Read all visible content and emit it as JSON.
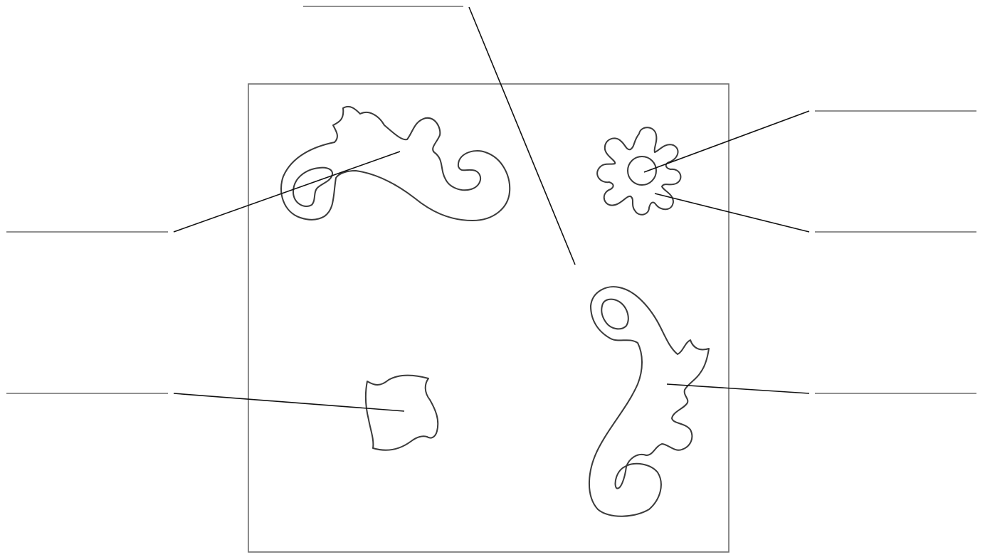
{
  "diagram": {
    "description_labels": [],
    "parts": [
      {
        "id": "scroll-top-left",
        "icon": "scroll-icon"
      },
      {
        "id": "flower-top-right",
        "icon": "flower-icon"
      },
      {
        "id": "leaf-bottom-left",
        "icon": "leaf-icon"
      },
      {
        "id": "scroll-bottom-right",
        "icon": "scroll-icon"
      }
    ],
    "colors": {
      "outline": "#3a3a3a",
      "frame": "#6e6e6e",
      "leader": "#111111",
      "label_line": "#6b6b6b"
    }
  }
}
